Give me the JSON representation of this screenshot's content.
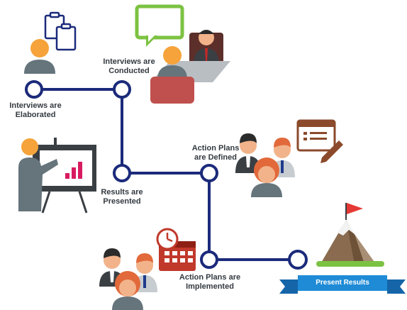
{
  "steps": [
    {
      "label": "Interviews are\nElaborated"
    },
    {
      "label": "Interviews are\nConducted"
    },
    {
      "label": "Results are\nPresented"
    },
    {
      "label": "Action Plans\nare Defined"
    },
    {
      "label": "Action Plans are\nImplemented"
    }
  ],
  "final_step": {
    "label": "Present Results"
  },
  "colors": {
    "path": "#1b2a7a",
    "accent_orange": "#f5a33a",
    "banner": "#1f8bd6",
    "slate": "#66747c",
    "chart_pink": "#d81b60"
  }
}
